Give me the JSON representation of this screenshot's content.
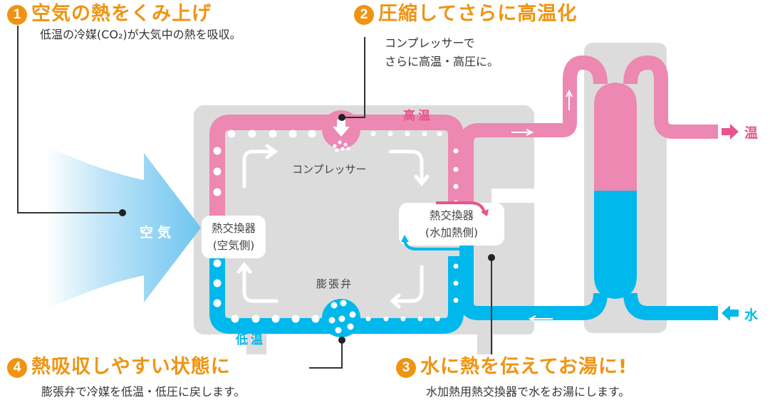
{
  "steps": [
    {
      "number": "1",
      "title": "空気の熱をくみ上げ",
      "description": "低温の冷媒(CO₂)が大気中の熱を吸収。"
    },
    {
      "number": "2",
      "title": "圧縮してさらに高温化",
      "description_lines": [
        "コンプレッサーで",
        "さらに高温・高圧に。"
      ]
    },
    {
      "number": "3",
      "title": "水に熱を伝えてお湯に!",
      "description": "水加熱用熱交換器で水をお湯にします。"
    },
    {
      "number": "4",
      "title": "熱吸収しやすい状態に",
      "description": "膨張弁で冷媒を低温・低圧に戻します。"
    }
  ],
  "components": {
    "air": "空気",
    "air_heat_exchanger": [
      "熱交換器",
      "(空気側)"
    ],
    "water_heat_exchanger": [
      "熱交換器",
      "(水加熱側)"
    ],
    "compressor": "コンプレッサー",
    "expansion_valve": "膨張弁",
    "high_temp": "高温",
    "low_temp": "低温",
    "hot_water_out": "温",
    "water_in": "水"
  },
  "colors": {
    "accent_orange": "#ef9412",
    "hot_pink": "#ec88b2",
    "cold_blue": "#00b8ec",
    "air_blue": "#7ecbf0",
    "unit_gray": "#dcdcdc"
  },
  "icons": [
    "air-arrow-icon",
    "flow-arrow-icon",
    "hot-arrow-icon",
    "water-arrow-icon"
  ]
}
